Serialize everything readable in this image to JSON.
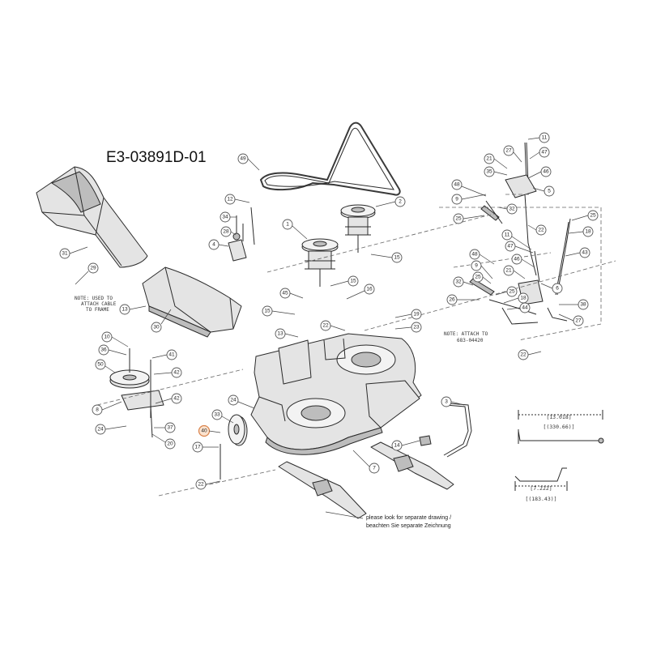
{
  "diagram": {
    "code": "E3-03891D-01",
    "notes": {
      "cable_line1": "NOTE: USED TO",
      "cable_line2": "ATTACH CABLE",
      "cable_line3": "TO FRAME",
      "attach_line1": "NOTE: ATTACH TO",
      "attach_line2": "683-04420"
    },
    "reference_text": {
      "line1": "please look for separate drawing /",
      "line2": "beachten Sie separate Zeichnung"
    },
    "dimensions": {
      "top_inches": "[13.018]",
      "top_mm": "[(330.66)]",
      "bottom_inches": "[7.222]",
      "bottom_mm": "[(183.43)]"
    },
    "highlight_color": "#f0a060",
    "callouts": [
      {
        "id": "c49",
        "label": "49"
      },
      {
        "id": "c2",
        "label": "2"
      },
      {
        "id": "c1",
        "label": "1"
      },
      {
        "id": "c12",
        "label": "12"
      },
      {
        "id": "c34",
        "label": "34"
      },
      {
        "id": "c28",
        "label": "28"
      },
      {
        "id": "c4",
        "label": "4"
      },
      {
        "id": "c31",
        "label": "31"
      },
      {
        "id": "c29",
        "label": "29"
      },
      {
        "id": "c13a",
        "label": "13"
      },
      {
        "id": "c30",
        "label": "30"
      },
      {
        "id": "c15a",
        "label": "15"
      },
      {
        "id": "c15b",
        "label": "15"
      },
      {
        "id": "c45",
        "label": "45"
      },
      {
        "id": "c16",
        "label": "16"
      },
      {
        "id": "c15c",
        "label": "15"
      },
      {
        "id": "c13b",
        "label": "13"
      },
      {
        "id": "c22a",
        "label": "22"
      },
      {
        "id": "c19",
        "label": "19"
      },
      {
        "id": "c23",
        "label": "23"
      },
      {
        "id": "c10",
        "label": "10"
      },
      {
        "id": "c36",
        "label": "36"
      },
      {
        "id": "c41",
        "label": "41"
      },
      {
        "id": "c50",
        "label": "50"
      },
      {
        "id": "c42a",
        "label": "42"
      },
      {
        "id": "c42b",
        "label": "42"
      },
      {
        "id": "c8",
        "label": "8"
      },
      {
        "id": "c24a",
        "label": "24"
      },
      {
        "id": "c37",
        "label": "37"
      },
      {
        "id": "c20",
        "label": "20"
      },
      {
        "id": "c24b",
        "label": "24"
      },
      {
        "id": "c33",
        "label": "33"
      },
      {
        "id": "c40",
        "label": "40"
      },
      {
        "id": "c17",
        "label": "17"
      },
      {
        "id": "c22b",
        "label": "22"
      },
      {
        "id": "c7",
        "label": "7"
      },
      {
        "id": "c14",
        "label": "14"
      },
      {
        "id": "c3",
        "label": "3"
      },
      {
        "id": "c11a",
        "label": "11"
      },
      {
        "id": "c27a",
        "label": "27"
      },
      {
        "id": "c47a",
        "label": "47"
      },
      {
        "id": "c21a",
        "label": "21"
      },
      {
        "id": "c35",
        "label": "35"
      },
      {
        "id": "c46a",
        "label": "46"
      },
      {
        "id": "c48a",
        "label": "48"
      },
      {
        "id": "c5",
        "label": "5"
      },
      {
        "id": "c9a",
        "label": "9"
      },
      {
        "id": "c25a",
        "label": "25"
      },
      {
        "id": "c32a",
        "label": "32"
      },
      {
        "id": "c22c",
        "label": "22"
      },
      {
        "id": "c25b",
        "label": "25"
      },
      {
        "id": "c18",
        "label": "18"
      },
      {
        "id": "c43",
        "label": "43"
      },
      {
        "id": "c11b",
        "label": "11"
      },
      {
        "id": "c47b",
        "label": "47"
      },
      {
        "id": "c48b",
        "label": "48"
      },
      {
        "id": "c46b",
        "label": "46"
      },
      {
        "id": "c9b",
        "label": "9"
      },
      {
        "id": "c21b",
        "label": "21"
      },
      {
        "id": "c25c",
        "label": "25"
      },
      {
        "id": "c32b",
        "label": "32"
      },
      {
        "id": "c26",
        "label": "26"
      },
      {
        "id": "c25d",
        "label": "25"
      },
      {
        "id": "c18b",
        "label": "18"
      },
      {
        "id": "c44",
        "label": "44"
      },
      {
        "id": "c6",
        "label": "6"
      },
      {
        "id": "c38",
        "label": "38"
      },
      {
        "id": "c27b",
        "label": "27"
      },
      {
        "id": "c22d",
        "label": "22"
      }
    ]
  }
}
